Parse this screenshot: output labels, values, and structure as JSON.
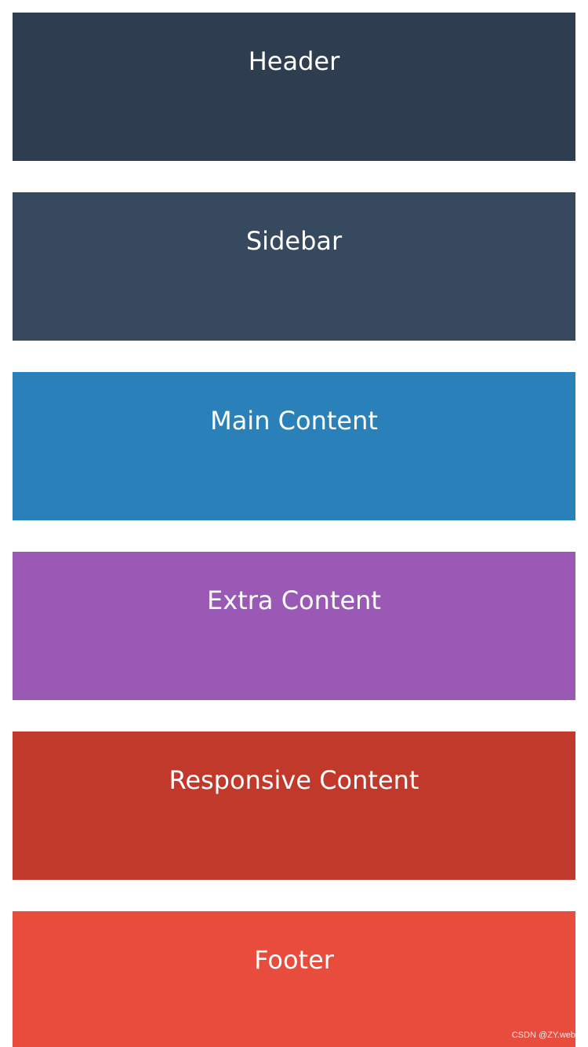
{
  "panels": {
    "header": {
      "title": "Header",
      "color": "#2e3e50"
    },
    "sidebar": {
      "title": "Sidebar",
      "color": "#36495e"
    },
    "main": {
      "title": "Main Content",
      "color": "#2a80b9"
    },
    "extra": {
      "title": "Extra Content",
      "color": "#9b59b6"
    },
    "responsive": {
      "title": "Responsive Content",
      "color": "#c0392b"
    },
    "footer": {
      "title": "Footer",
      "color": "#e74c3c"
    }
  },
  "watermark": {
    "text": "CSDN @ZY.web"
  }
}
